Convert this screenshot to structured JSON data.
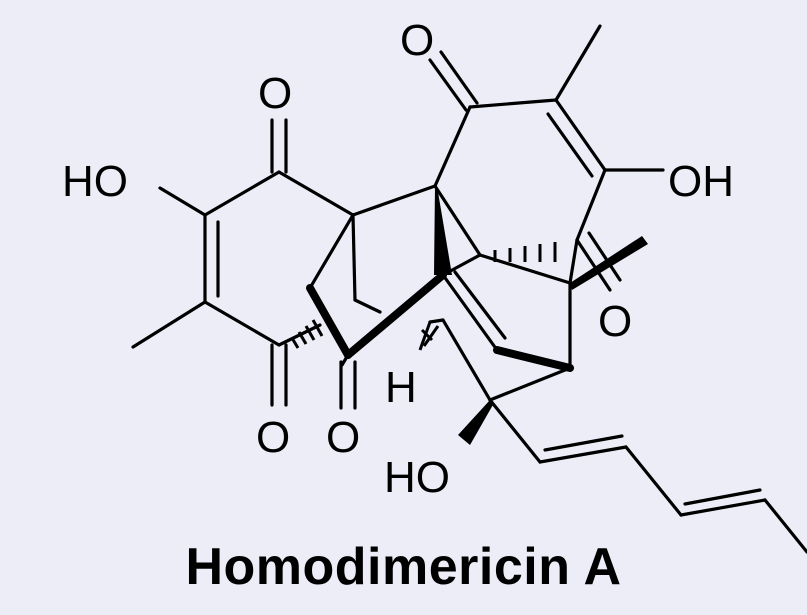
{
  "compound": {
    "name": "Homodimericin A"
  },
  "labels": {
    "o_top_left": "O",
    "o_top_right": "O",
    "ho_left": "HO",
    "oh_right": "OH",
    "o_mid_right": "O",
    "h_center": "H",
    "o_bottom_left": "O",
    "o_bottom_center": "O",
    "ho_bottom": "HO"
  },
  "colors": {
    "background": "#ededf8",
    "ink": "#000000"
  }
}
